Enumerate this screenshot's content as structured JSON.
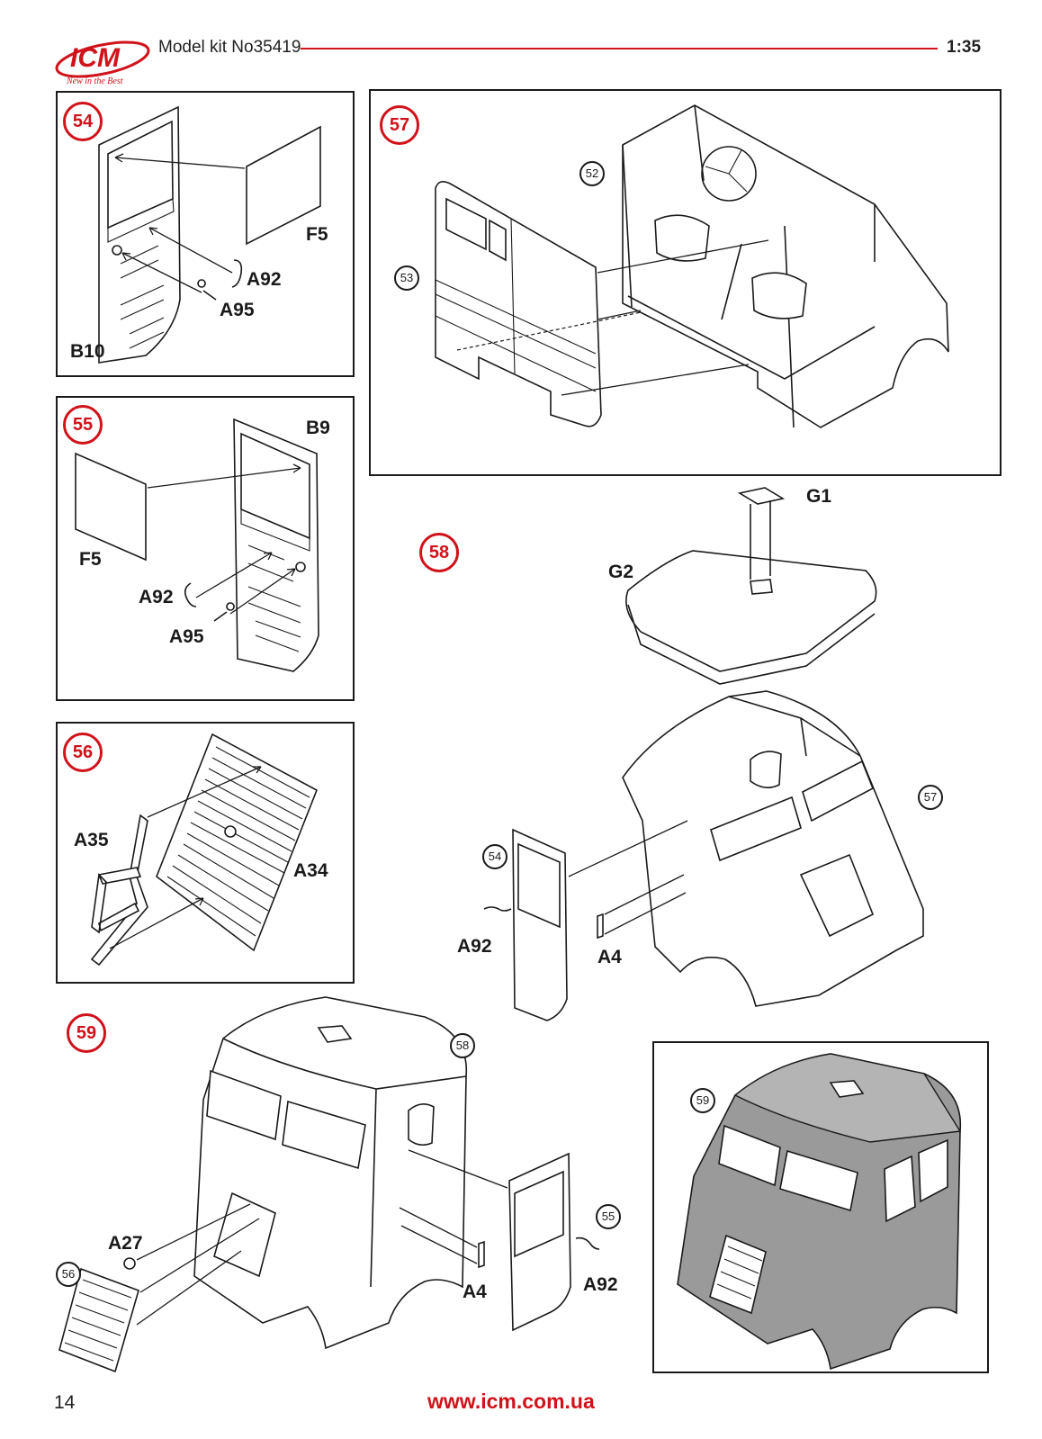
{
  "header": {
    "logo_text": "ICM",
    "logo_tagline": "New in the Best",
    "kit_title": "Model kit No35419",
    "scale": "1:35"
  },
  "footer": {
    "page_number": "14",
    "website": "www.icm.com.ua"
  },
  "colors": {
    "accent_red": "#d0121b",
    "line": "#1a1a1a",
    "painted_grey": "#9a9a9a"
  },
  "steps": {
    "s54": {
      "number": "54",
      "parts": {
        "glass": "F5",
        "handle": "A92",
        "knob": "A95",
        "door": "B10"
      }
    },
    "s55": {
      "number": "55",
      "parts": {
        "door": "B9",
        "glass": "F5",
        "handle": "A92",
        "knob": "A95"
      }
    },
    "s56": {
      "number": "56",
      "parts": {
        "frame": "A35",
        "grille": "A34"
      }
    },
    "s57": {
      "number": "57",
      "refs": {
        "cab_assembly": "52",
        "side_panel": "53"
      }
    },
    "s58": {
      "number": "58",
      "parts": {
        "hatch": "G1",
        "roof": "G2",
        "step_rod": "A4",
        "handle": "A92"
      },
      "refs": {
        "cab": "57",
        "door": "54"
      }
    },
    "s59": {
      "number": "59",
      "parts": {
        "light": "A27",
        "step_rod": "A4",
        "handle": "A92"
      },
      "refs": {
        "cab": "58",
        "grille": "56",
        "door": "55",
        "result": "59"
      }
    }
  }
}
